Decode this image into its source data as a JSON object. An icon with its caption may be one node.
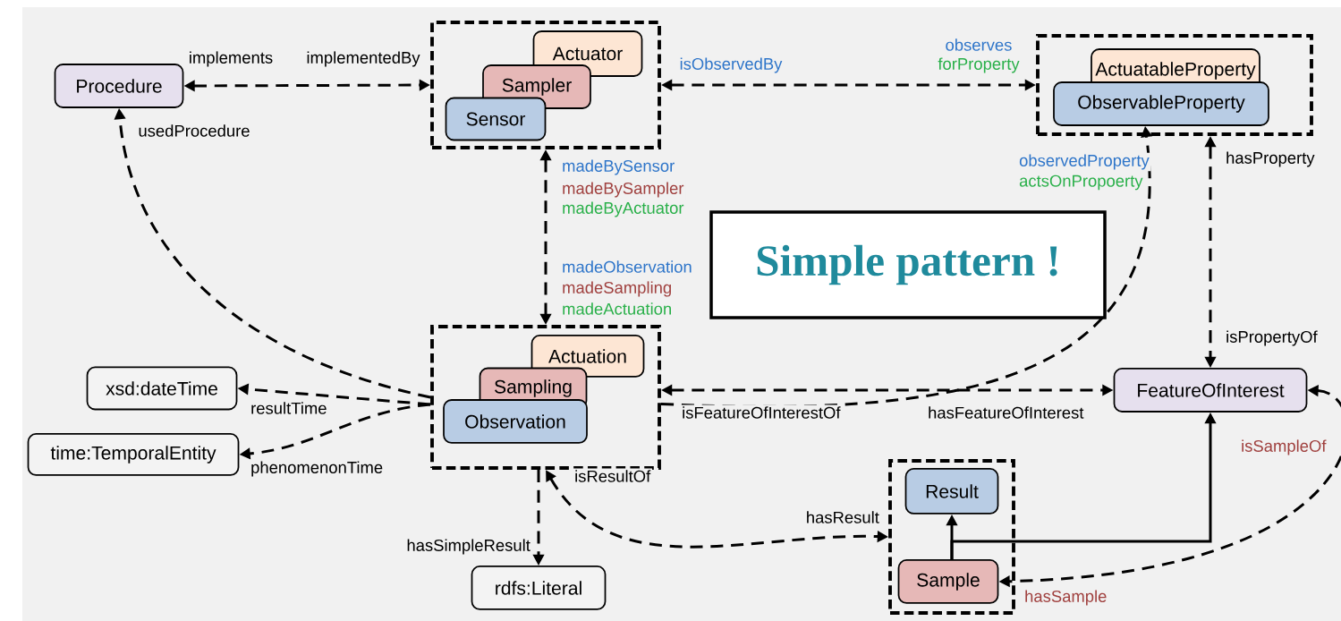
{
  "diagram": {
    "nodes": [
      {
        "text": [
          "Procedure"
        ]
      },
      {
        "text": [],
        "shape": "box"
      },
      {
        "text": [
          "Actuator"
        ],
        "in": 1
      },
      {
        "text": [
          "Sampler"
        ],
        "in": 1
      },
      {
        "text": [
          "Sensor"
        ],
        "in": 1
      },
      {
        "text": [],
        "shape": "box"
      },
      {
        "text": [
          "ActuatableProperty"
        ],
        "in": 5
      },
      {
        "text": [
          "ObservableProperty"
        ],
        "in": 5
      },
      {
        "text": [],
        "shape": "box"
      },
      {
        "text": [
          "Actuation"
        ],
        "in": 8
      },
      {
        "text": [
          "Sampling"
        ],
        "in": 8
      },
      {
        "text": [
          "Observation"
        ],
        "in": 8
      },
      {
        "text": [
          "xsd:dateTime"
        ]
      },
      {
        "text": [
          "time:TemporalEntity"
        ]
      },
      {
        "text": [
          "FeatureOfInterest"
        ]
      },
      {
        "text": [],
        "shape": "box"
      },
      {
        "text": [
          "Result"
        ],
        "in": 15
      },
      {
        "text": [
          "Sample"
        ],
        "in": 15
      },
      {
        "text": [
          "rdfs:Literal"
        ]
      },
      {
        "text": [
          "Simple pattern !"
        ]
      }
    ],
    "edges": [
      {
        "from": 0,
        "to": 1,
        "arrow": "both",
        "style": "dashed",
        "label": "implements"
      },
      {
        "from": 8,
        "to": 0,
        "arrow": "to",
        "style": "dashed",
        "label": "usedProcedure"
      },
      {
        "from": 1,
        "to": 5,
        "arrow": "both",
        "style": "dashed",
        "label": "isObservedBy"
      },
      {
        "from": 1,
        "to": 8,
        "arrow": "both",
        "style": "dashed",
        "label": "madeBySensor"
      },
      {
        "from": 8,
        "to": 7,
        "arrow": "to",
        "style": "dashed",
        "label": "observedProperty"
      },
      {
        "from": 5,
        "to": 14,
        "arrow": "both",
        "style": "dashed",
        "label": "hasProperty"
      },
      {
        "from": 8,
        "to": 14,
        "arrow": "both",
        "style": "dashed",
        "label": "isFeatureOfInterestOf"
      },
      {
        "from": 8,
        "to": 12,
        "arrow": "to",
        "style": "dashed",
        "label": "resultTime"
      },
      {
        "from": 8,
        "to": 13,
        "arrow": "to",
        "style": "dashed",
        "label": "phenomenonTime"
      },
      {
        "from": 8,
        "to": 18,
        "arrow": "to",
        "style": "dashed",
        "label": "hasSimpleResult"
      },
      {
        "from": 8,
        "to": 15,
        "arrow": "both",
        "style": "dashed",
        "label": "hasResult"
      },
      {
        "from": 17,
        "to": 16,
        "arrow": "to"
      },
      {
        "from": 17,
        "to": 14,
        "arrow": "to"
      },
      {
        "from": 14,
        "to": 17,
        "arrow": "both",
        "style": "dashed",
        "label": "isSampleOf"
      }
    ],
    "labels": [
      "implementedBy",
      "observes",
      "forProperty",
      "madeBySampler",
      "madeByActuator",
      "actsOnPropoerty",
      "madeObservation",
      "madeSampling",
      "madeActuation",
      "isPropertyOf",
      "hasFeatureOfInterest",
      "isResultOf",
      "hasSample"
    ]
  }
}
